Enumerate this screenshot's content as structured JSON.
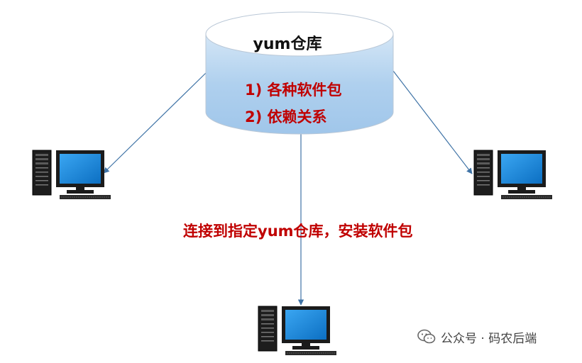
{
  "repository": {
    "title": "yum仓库",
    "features": [
      "1) 各种软件包",
      "2)  依赖关系"
    ]
  },
  "connection_label": "连接到指定yum仓库，安装软件包",
  "watermark": {
    "text": "公众号 · 码农后端",
    "icon": "wechat-icon"
  },
  "computers": [
    {
      "id": "left",
      "icon": "computer-icon"
    },
    {
      "id": "right",
      "icon": "computer-icon"
    },
    {
      "id": "bottom",
      "icon": "computer-icon"
    }
  ],
  "colors": {
    "cylinder_top": "#ffffff",
    "cylinder_body": "#b3d4ef",
    "arrow": "#4a7fb0",
    "highlight_text": "#c00000",
    "monitor_screen": "#1a86d8"
  }
}
